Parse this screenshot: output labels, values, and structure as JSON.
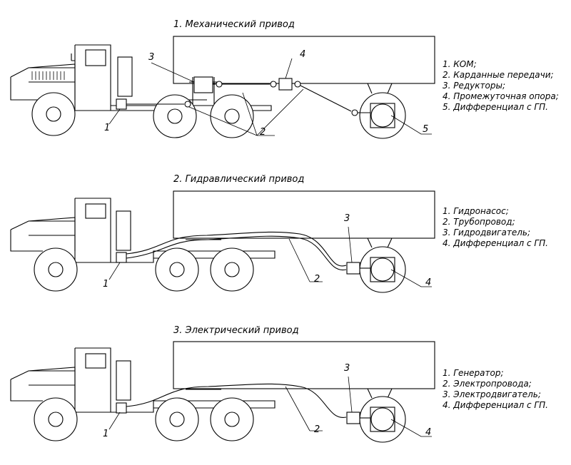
{
  "sections": [
    {
      "title": "1. Механический привод",
      "legend": [
        "1. КОМ;",
        "2. Карданные передачи;",
        "3. Редукторы;",
        "4. Промежуточная опора;",
        "5. Дифференциал с ГП."
      ],
      "callouts": [
        "1",
        "2",
        "3",
        "4",
        "5"
      ]
    },
    {
      "title": "2. Гидравлический привод",
      "legend": [
        "1. Гидронасос;",
        "2. Трубопровод;",
        "3. Гидродвигатель;",
        "4. Дифференциал с ГП."
      ],
      "callouts": [
        "1",
        "2",
        "3",
        "4"
      ]
    },
    {
      "title": "3. Электрический привод",
      "legend": [
        "1. Генератор;",
        "2. Электропровода;",
        "3. Электродвигатель;",
        "4. Дифференциал с ГП."
      ],
      "callouts": [
        "1",
        "2",
        "3",
        "4"
      ]
    }
  ]
}
